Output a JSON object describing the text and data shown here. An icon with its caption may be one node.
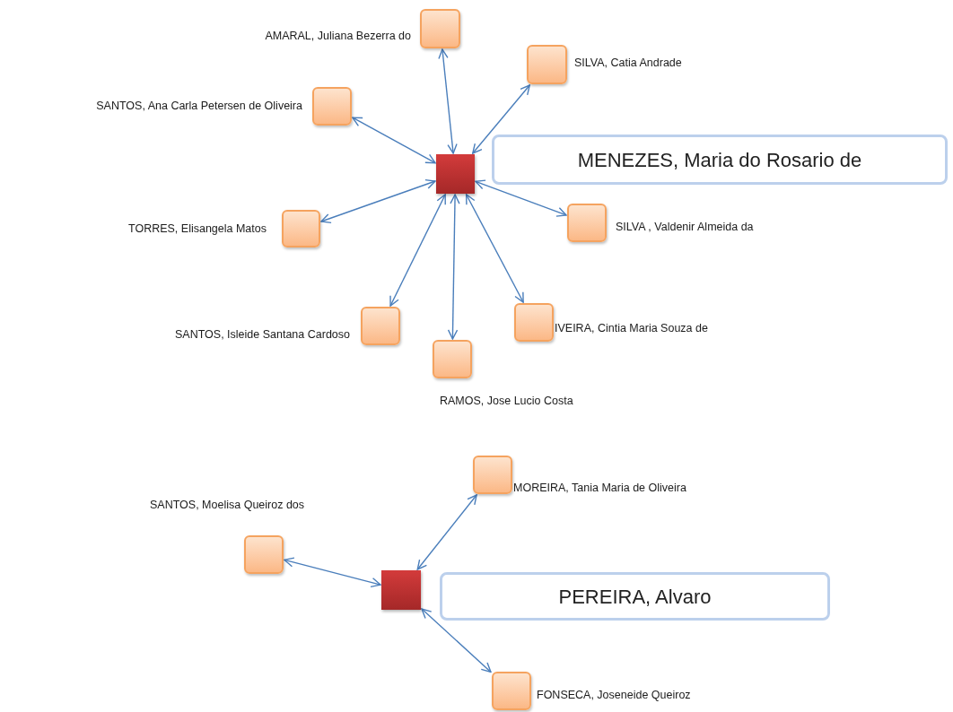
{
  "diagram": {
    "nodes": [
      {
        "text": [],
        "shape": "box",
        "beside": [
          "AMARAL, Juliana Bezerra do"
        ]
      },
      {
        "text": [],
        "shape": "box",
        "beside": [
          "SILVA, Catia Andrade"
        ]
      },
      {
        "text": [],
        "shape": "box",
        "beside": [
          "SANTOS, Ana Carla Petersen de Oliveira"
        ]
      },
      {
        "text": [],
        "shape": "box"
      },
      {
        "text": [
          "MENEZES, Maria do Rosario de"
        ]
      },
      {
        "text": [],
        "shape": "box",
        "beside": [
          "TORRES, Elisangela Matos"
        ]
      },
      {
        "text": [],
        "shape": "box",
        "beside": [
          "SILVA , Valdenir Almeida da"
        ]
      },
      {
        "text": [],
        "shape": "box",
        "beside": [
          "SANTOS, Isleide Santana Cardoso"
        ]
      },
      {
        "text": [],
        "shape": "box",
        "beside": [
          "IVEIRA, Cintia Maria Souza de"
        ]
      },
      {
        "text": [],
        "shape": "box",
        "beside": [
          "RAMOS, Jose Lucio Costa"
        ]
      },
      {
        "text": [],
        "shape": "box",
        "beside": [
          "MOREIRA, Tania Maria de Oliveira"
        ]
      },
      {
        "text": [],
        "shape": "box",
        "beside": [
          "SANTOS, Moelisa Queiroz dos"
        ]
      },
      {
        "text": [],
        "shape": "box"
      },
      {
        "text": [
          "PEREIRA, Alvaro"
        ]
      },
      {
        "text": [],
        "shape": "box",
        "beside": [
          "FONSECA, Joseneide Queiroz"
        ]
      }
    ],
    "edges": [
      {
        "from": 3,
        "to": 0,
        "arrow": "both"
      },
      {
        "from": 3,
        "to": 1,
        "arrow": "both"
      },
      {
        "from": 3,
        "to": 2,
        "arrow": "both"
      },
      {
        "from": 3,
        "to": 5,
        "arrow": "both"
      },
      {
        "from": 3,
        "to": 6,
        "arrow": "both"
      },
      {
        "from": 3,
        "to": 7,
        "arrow": "both"
      },
      {
        "from": 3,
        "to": 8,
        "arrow": "both"
      },
      {
        "from": 3,
        "to": 9,
        "arrow": "both"
      },
      {
        "from": 12,
        "to": 10,
        "arrow": "both"
      },
      {
        "from": 12,
        "to": 11,
        "arrow": "both"
      },
      {
        "from": 12,
        "to": 14,
        "arrow": "both"
      }
    ]
  }
}
